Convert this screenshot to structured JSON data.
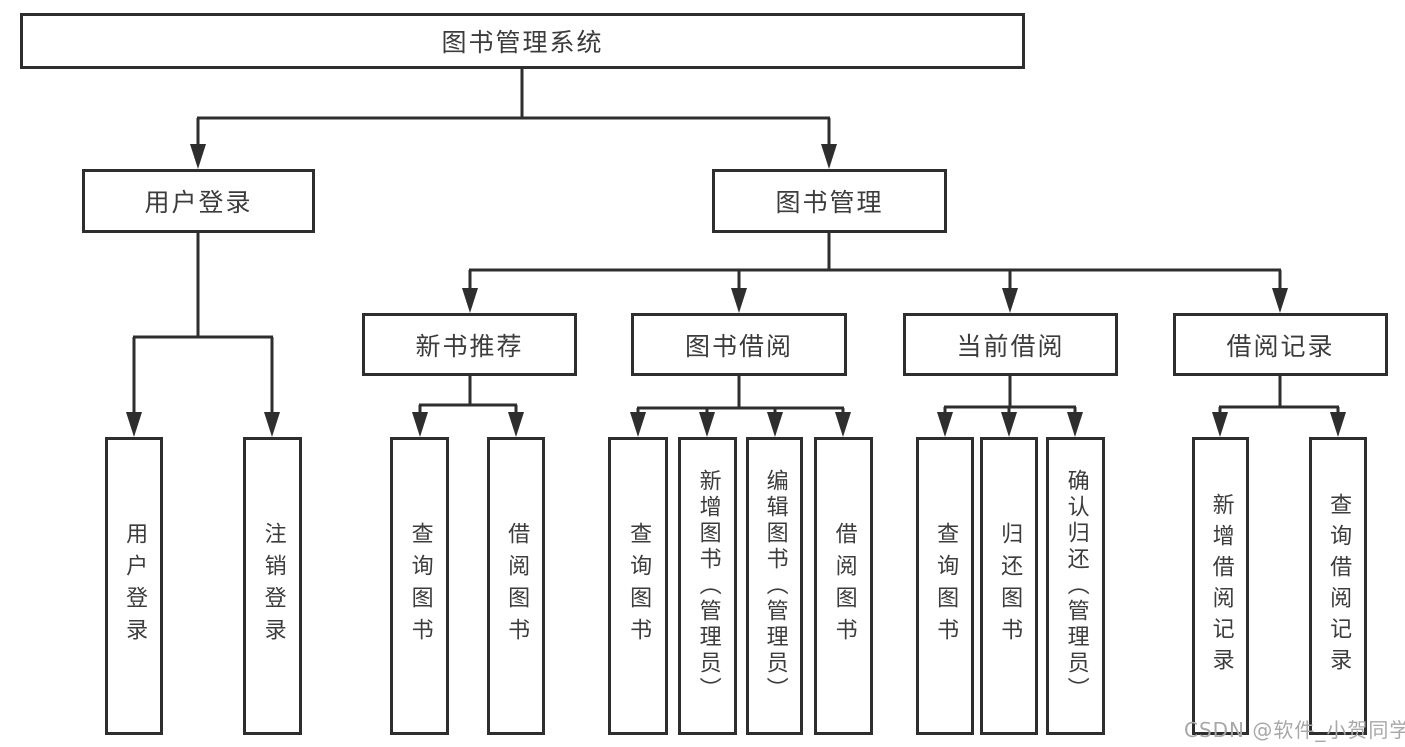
{
  "root": {
    "label": "图书管理系统"
  },
  "branches": [
    {
      "label": "用户登录"
    },
    {
      "label": "图书管理"
    }
  ],
  "groups": [
    {
      "label": "新书推荐"
    },
    {
      "label": "图书借阅"
    },
    {
      "label": "当前借阅"
    },
    {
      "label": "借阅记录"
    }
  ],
  "leaves": [
    {
      "label": "用户登录"
    },
    {
      "label": "注销登录"
    },
    {
      "label": "查询图书"
    },
    {
      "label": "借阅图书"
    },
    {
      "label": "查询图书"
    },
    {
      "label": "新增图书（管理员）"
    },
    {
      "label": "编辑图书（管理员）"
    },
    {
      "label": "借阅图书"
    },
    {
      "label": "查询图书"
    },
    {
      "label": "归还图书"
    },
    {
      "label": "确认归还（管理员）"
    },
    {
      "label": "新增借阅记录"
    },
    {
      "label": "查询借阅记录"
    }
  ],
  "watermark": {
    "text": "CSDN @软件_小贺同学"
  },
  "colors": {
    "line": "#2e2e2e",
    "box_border": "#2e2e2e",
    "text": "#3c3c3c",
    "watermark": "#a8a8a8",
    "background": "#ffffff"
  }
}
